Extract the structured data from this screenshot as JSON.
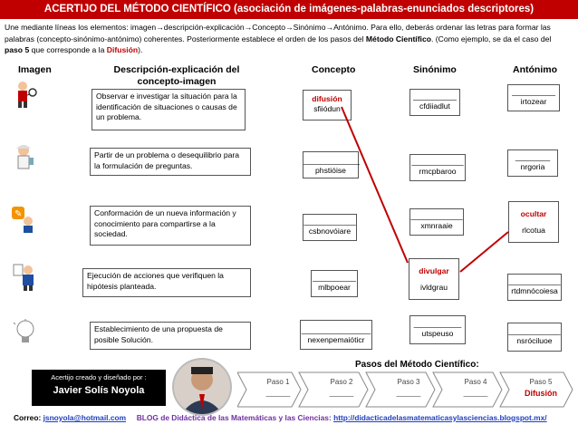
{
  "title": "ACERTIJO DEL MÉTODO CIENTÍFICO (asociación de imágenes-palabras-enunciados descriptores)",
  "intro": {
    "part1": "Une mediante líneas los elementos: imagen",
    "arrow": "→",
    "part2": "descripción-explicación",
    "part3": "Concepto",
    "part4": "Sinónimo",
    "part5": "Antónimo. Para ello, deberás ordenar las letras para formar las palabras (concepto-sinónimo-antónimo) coherentes. Posteriormente establece el orden de los pasos del",
    "method": "Método Científico",
    "part6": ". (Como ejemplo, se da el caso del",
    "paso5": "paso 5",
    "part7": "que corresponde a la",
    "difusion": "Difusión",
    "part8": ")."
  },
  "headers": {
    "imagen": "Imagen",
    "descripcion": "Descripción-explicación del concepto-imagen",
    "concepto": "Concepto",
    "sinonimo": "Sinónimo",
    "antonimo": "Antónimo"
  },
  "icons": [
    "magnifier-person-icon",
    "scientist-icon",
    "speaker-icon",
    "thinking-person-icon",
    "light-bulb-icon"
  ],
  "descriptions": [
    "Observar e investigar la situación para la identificación de situaciones o causas de un problema.",
    "Partir de un problema o desequilibrio para la formulación de preguntas.",
    "Conformación de un nueva información y conocimiento para compartirse a la sociedad.",
    "Ejecución de acciones que verifiquen la hipótesis planteada.",
    "Establecimiento de una propuesta de posible Solución."
  ],
  "conceptos": [
    {
      "answer": "difusión",
      "scrambled": "sfiiódun"
    },
    {
      "answer": "_____________",
      "scrambled": "phstióise"
    },
    {
      "answer": "____________",
      "scrambled": "csbnovóiare"
    },
    {
      "answer": "__________",
      "scrambled": "mlbpoear"
    },
    {
      "answer": "________________",
      "scrambled": "nexenpemaióticr"
    }
  ],
  "sinonimos": [
    {
      "answer": "__________",
      "scrambled": "cfdiiadlut"
    },
    {
      "answer": "____________",
      "scrambled": "rmcpbaroo"
    },
    {
      "answer": "____________",
      "scrambled": "xmnraaie"
    },
    {
      "answer": "divulgar",
      "scrambled": "ivldgrau"
    },
    {
      "answer": "___________",
      "scrambled": "utspeuso"
    }
  ],
  "antonimos": [
    {
      "answer": "__________",
      "scrambled": "irtozear"
    },
    {
      "answer": "________",
      "scrambled": "nrgoria"
    },
    {
      "answer": "ocultar",
      "scrambled": "rlcotua"
    },
    {
      "answer": "____________",
      "scrambled": "rtdmnócoiesa"
    },
    {
      "answer": "____________",
      "scrambled": "nsróciluoe"
    }
  ],
  "author": {
    "label": "Acertijo creado y diseñado por :",
    "name": "Javier Solís Noyola"
  },
  "steps_title": "Pasos del Método Científico:",
  "steps": [
    {
      "label": "Paso 1",
      "value": "______"
    },
    {
      "label": "Paso 2",
      "value": "______"
    },
    {
      "label": "Paso 3",
      "value": "______"
    },
    {
      "label": "Paso 4",
      "value": "______"
    },
    {
      "label": "Paso 5",
      "value": "Difusión"
    }
  ],
  "footer": {
    "correo_label": "Correo:",
    "email": "jsnoyola@hotmail.com",
    "blog_label": "BLOG de Didáctica de las Matemáticas y las Ciencias:",
    "blog_url": "http://didacticadelasmatematicasylasciencias.blogspot.mx/"
  },
  "colors": {
    "accent": "#c00000",
    "link": "#1f3fbf",
    "blog": "#7030a0"
  }
}
